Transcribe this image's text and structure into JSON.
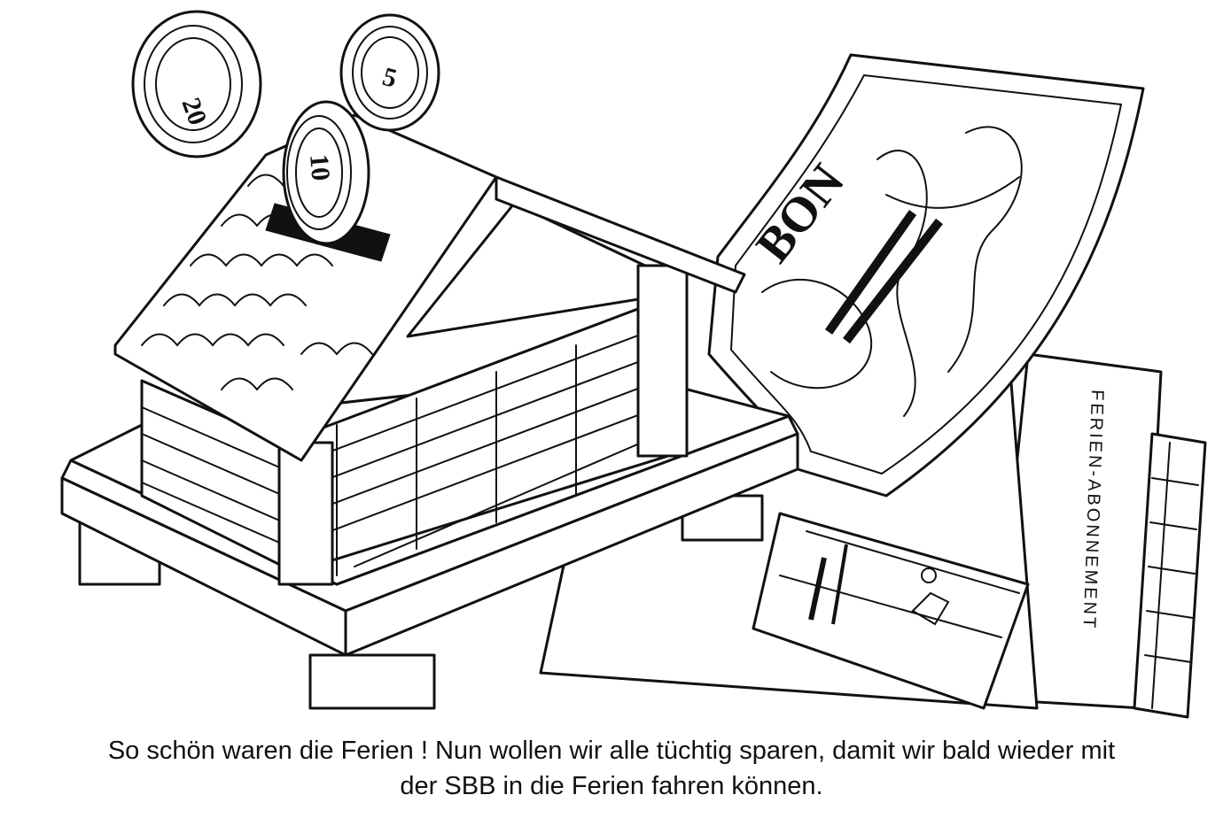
{
  "illustration": {
    "coins": [
      {
        "label": "20"
      },
      {
        "label": "5"
      },
      {
        "label": "10"
      }
    ],
    "bon_label": "BON",
    "ticket_label": "FERIEN-ABONNEMENT"
  },
  "caption": {
    "line1": "So schön waren die Ferien ! Nun wollen wir alle tüchtig sparen, damit wir bald wieder mit",
    "line2": "der SBB in die Ferien fahren können."
  }
}
